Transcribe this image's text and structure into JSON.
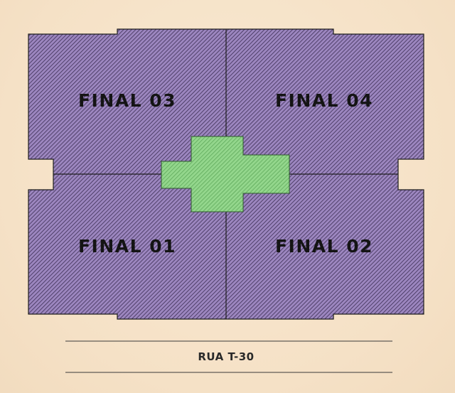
{
  "units": [
    {
      "id": "final-03",
      "label": "FINAL 03"
    },
    {
      "id": "final-04",
      "label": "FINAL 04"
    },
    {
      "id": "final-01",
      "label": "FINAL 01"
    },
    {
      "id": "final-02",
      "label": "FINAL 02"
    }
  ],
  "street": {
    "label": "RUA T-30"
  },
  "colors": {
    "background": "#f6e3c9",
    "unit_fill": "#9a82bd",
    "unit_hatch": "#4a3a62",
    "core_fill": "#8fd08a",
    "core_hatch": "#4f9a4d",
    "outline": "#1e1e1e"
  }
}
